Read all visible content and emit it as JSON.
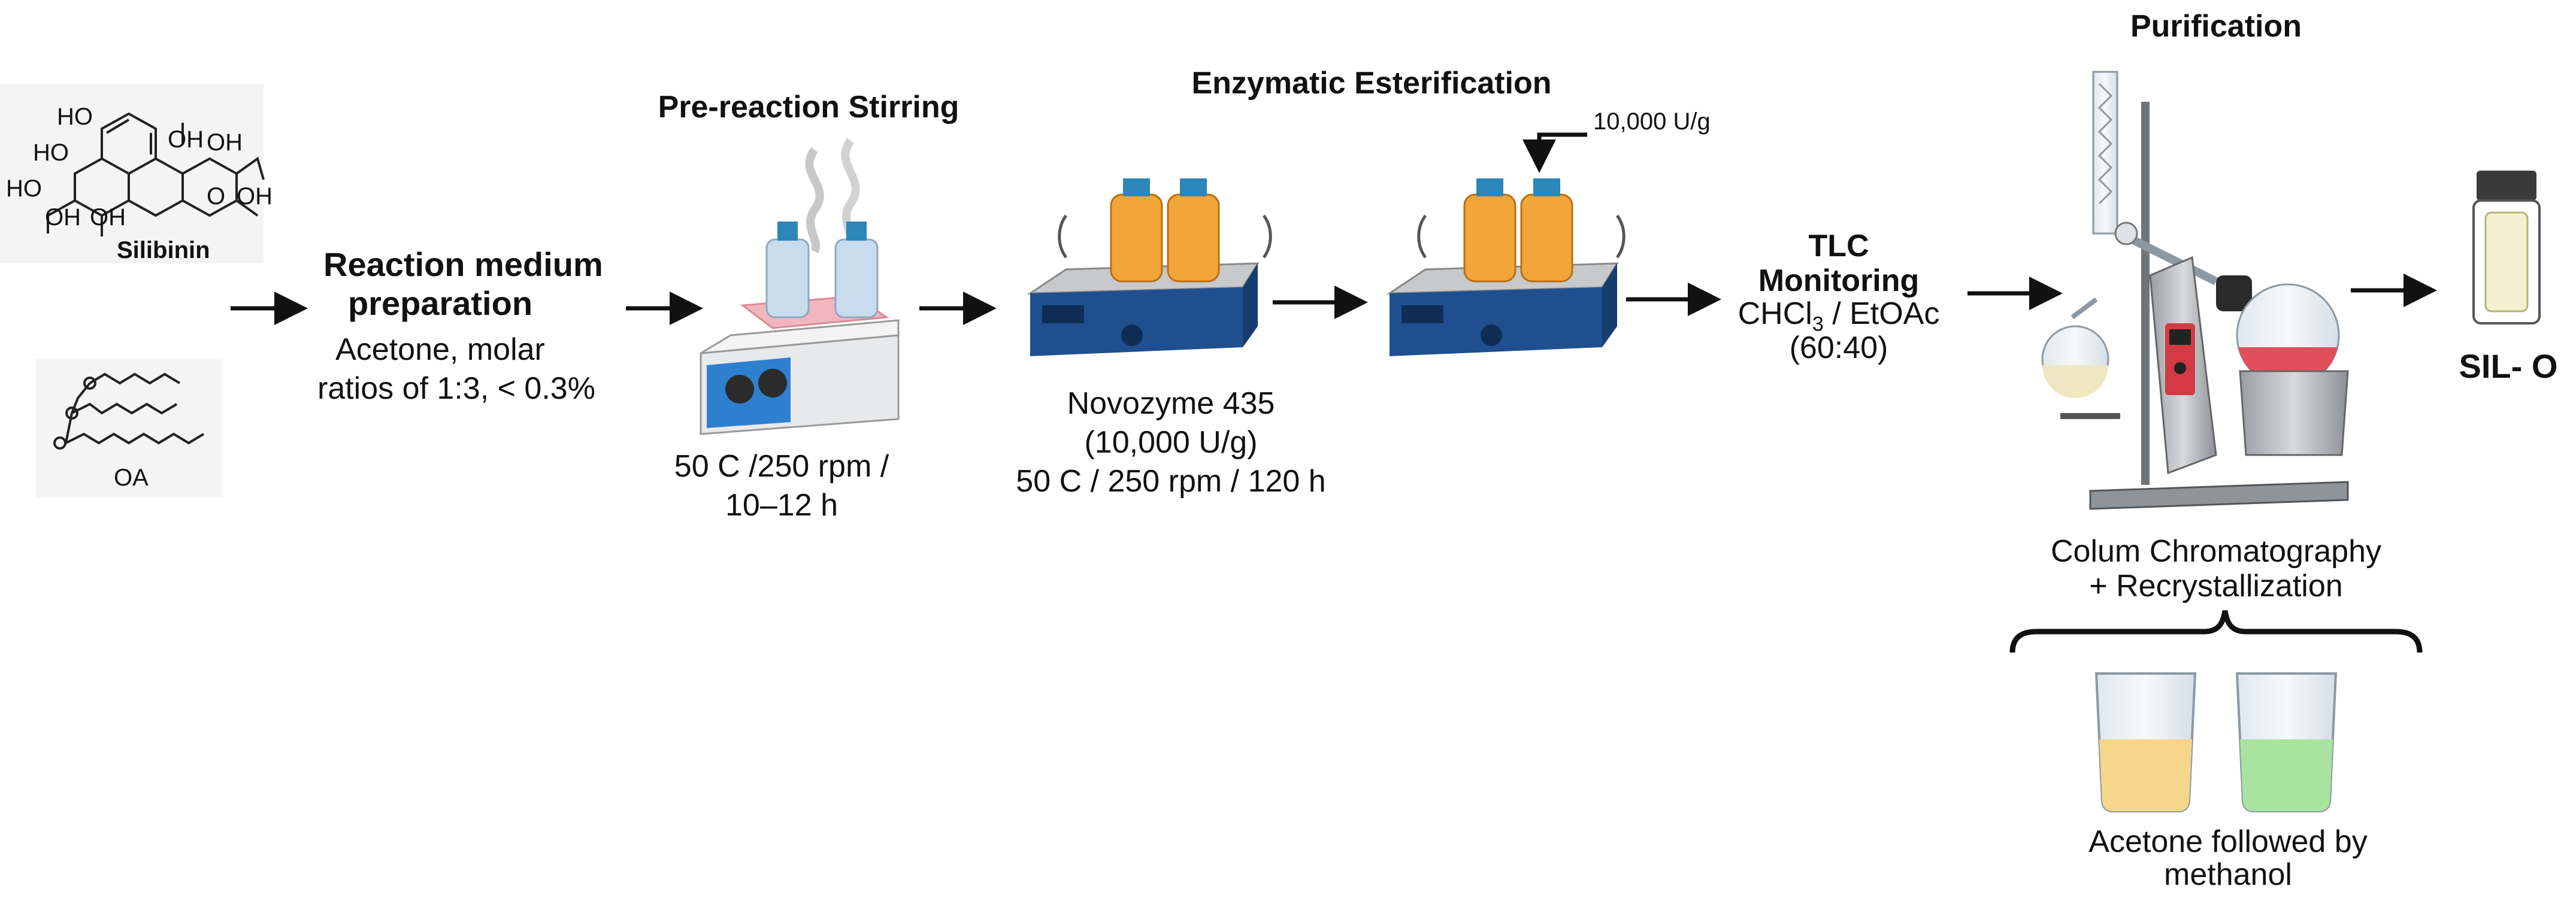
{
  "silibinin": {
    "name": "Silibinin",
    "atom_labels": [
      "HO",
      "HO",
      "HO",
      "OH",
      "OH",
      "OH",
      "OH",
      "OH",
      "O"
    ]
  },
  "oa": {
    "name": "OA"
  },
  "step_medium": {
    "title_line1": "Reaction medium",
    "title_line2": "preparation",
    "line1": "Acetone, molar",
    "line2": "ratios of 1:3, < 0.3%"
  },
  "step_stirring": {
    "title": "Pre-reaction Stirring",
    "line1": "50 C /250 rpm /",
    "line2": "10–12 h"
  },
  "step_enzymatic": {
    "title": "Enzymatic Esterification",
    "enzyme_add_label": "10,000 U/g",
    "line1": "Novozyme 435",
    "line2": "(10,000 U/g)",
    "line3": "50 C / 250 rpm / 120 h"
  },
  "step_tlc": {
    "line1": "TLC",
    "line2": "Monitoring",
    "solvent_a": "CHCl",
    "solvent_a_sub": "3",
    "solvent_sep": " / EtOAc",
    "ratio": "(60:40)"
  },
  "step_purification": {
    "title": "Purification",
    "line1": "Colum Chromatography",
    "line2": "+ Recrystallization",
    "solvent_line1": "Acetone followed by",
    "solvent_line2": "methanol"
  },
  "product": {
    "label": "SIL- O"
  },
  "colors": {
    "bottle_liquid_clear": "#c9dcee",
    "bottle_liquid_orange": "#f2a63a",
    "bottle_cap": "#2d86b8",
    "shaker_body": "#1f4f8f",
    "flask_liquid_red": "#e0505c",
    "beaker_yellow": "#f5d68a",
    "beaker_green": "#a8e3a0",
    "vial_liquid": "#f5f0cf"
  },
  "icons": [
    "arrow-icon",
    "silibinin-structure-icon",
    "oa-structure-icon",
    "hotplate-stirrer-icon",
    "orbital-shaker-icon",
    "rotary-evaporator-icon",
    "beaker-icon",
    "vial-icon",
    "curly-brace-icon"
  ]
}
